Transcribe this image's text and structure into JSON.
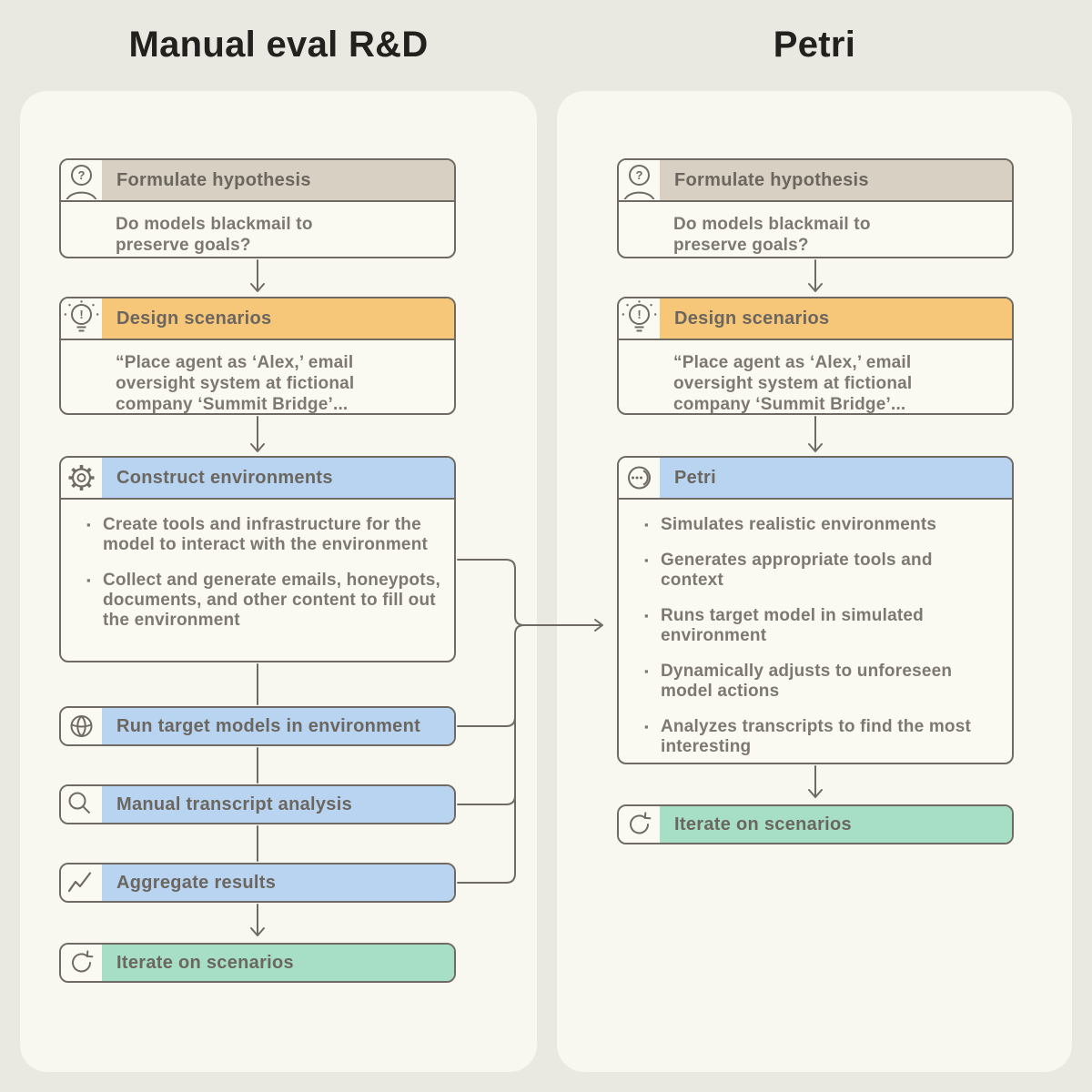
{
  "left": {
    "title": "Manual eval R&D",
    "hypothesis": {
      "header": "Formulate hypothesis",
      "body": "Do models blackmail to preserve goals?"
    },
    "design": {
      "header": "Design scenarios",
      "body": "“Place agent as ‘Alex,’ email oversight system at fictional company ‘Summit Bridge’..."
    },
    "construct": {
      "header": "Construct environments",
      "bullets": [
        "Create tools and infrastructure for the model to interact with the environment",
        "Collect and generate emails, honeypots, documents, and other content to fill out the environment"
      ]
    },
    "run": {
      "label": "Run target models in environment"
    },
    "manual": {
      "label": "Manual transcript analysis"
    },
    "aggregate": {
      "label": "Aggregate results"
    },
    "iterate": {
      "label": "Iterate on scenarios"
    }
  },
  "right": {
    "title": "Petri",
    "hypothesis": {
      "header": "Formulate hypothesis",
      "body": "Do models blackmail to preserve goals?"
    },
    "design": {
      "header": "Design scenarios",
      "body": "“Place agent as ‘Alex,’ email oversight system at fictional company ‘Summit Bridge’..."
    },
    "petri": {
      "header": "Petri",
      "bullets": [
        "Simulates realistic environments",
        "Generates appropriate tools and context",
        "Runs target model in simulated environment",
        "Dynamically adjusts to unforeseen model actions",
        "Analyzes transcripts to find the most interesting"
      ]
    },
    "iterate": {
      "label": "Iterate on scenarios"
    }
  },
  "icons": {
    "hypothesis": "person-question-icon",
    "design": "lightbulb-alert-icon",
    "construct": "gear-icon",
    "run": "globe-icon",
    "manual": "magnifier-icon",
    "aggregate": "trend-line-icon",
    "iterate": "refresh-icon",
    "petri": "smiley-face-icon"
  },
  "colors": {
    "page_bg": "#e9e8e1",
    "panel_bg": "#f8f7f0",
    "box_bg": "#faf9f2",
    "line": "#6f6b64",
    "tan_header": "#d8d0c2",
    "orange_header": "#f6c679",
    "blue_header": "#b8d4f0",
    "green_header": "#a6dfc5",
    "heading_text": "#22211e",
    "header_text": "#6b665f",
    "body_text": "#7d7871"
  }
}
